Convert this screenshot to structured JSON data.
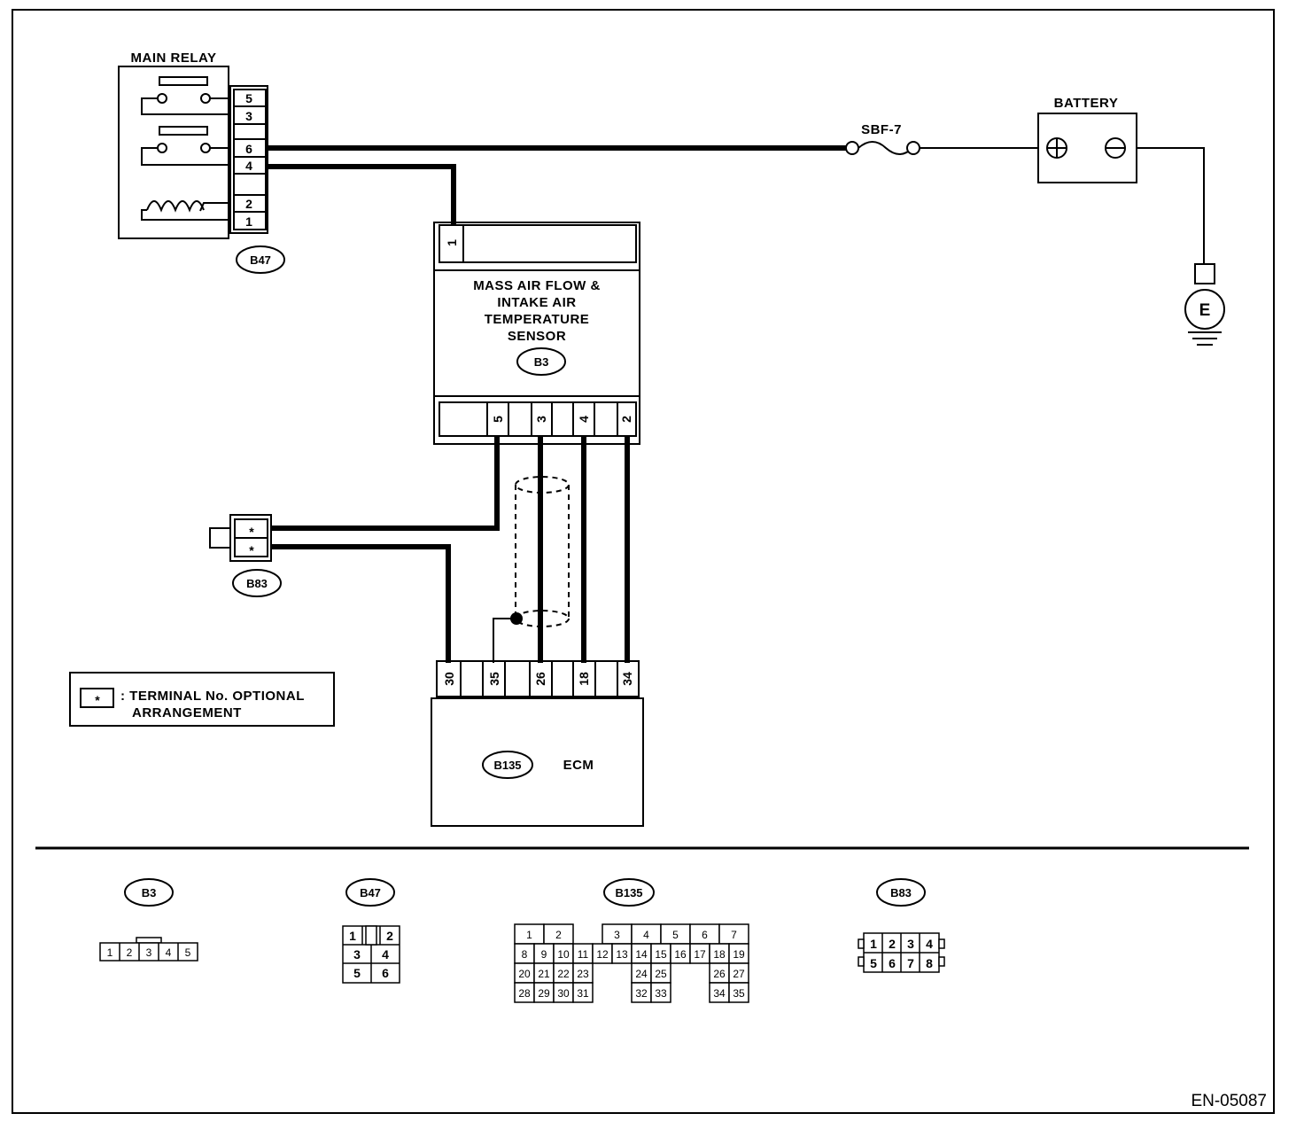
{
  "diagram": {
    "figure_code": "EN-05087",
    "main_relay": {
      "title": "MAIN RELAY",
      "connector": "B47",
      "terminals": [
        "5",
        "3",
        "6",
        "4",
        "2",
        "1"
      ]
    },
    "battery": {
      "title": "BATTERY",
      "positive": "⊕",
      "negative": "⊖"
    },
    "fuse": {
      "label": "SBF-7"
    },
    "ground": {
      "label": "E"
    },
    "maf_sensor": {
      "title_lines": [
        "MASS AIR FLOW &",
        "INTAKE AIR",
        "TEMPERATURE",
        "SENSOR"
      ],
      "connector": "B3",
      "top_terminal": "1",
      "bottom_terminals": [
        "5",
        "3",
        "4",
        "2"
      ]
    },
    "b83": {
      "connector": "B83",
      "terminals": [
        "*",
        "*"
      ]
    },
    "ecm": {
      "title": "ECM",
      "connector": "B135",
      "terminals": [
        "30",
        "35",
        "26",
        "18",
        "34"
      ]
    },
    "legend": {
      "symbol": "*",
      "line1": ": TERMINAL No. OPTIONAL",
      "line2": "ARRANGEMENT"
    },
    "connector_views": {
      "b3": {
        "name": "B3",
        "pins": [
          "1",
          "2",
          "3",
          "4",
          "5"
        ]
      },
      "b47": {
        "name": "B47",
        "rows": [
          [
            "1",
            "2"
          ],
          [
            "3",
            "4"
          ],
          [
            "5",
            "6"
          ]
        ]
      },
      "b135": {
        "name": "B135",
        "row1": [
          "1",
          "2",
          "3",
          "4",
          "5",
          "6",
          "7"
        ],
        "row2": [
          "8",
          "9",
          "10",
          "11",
          "12",
          "13",
          "14",
          "15",
          "16",
          "17",
          "18",
          "19"
        ],
        "row3": [
          "20",
          "21",
          "22",
          "23",
          "24",
          "25",
          "26",
          "27"
        ],
        "row4": [
          "28",
          "29",
          "30",
          "31",
          "32",
          "33",
          "34",
          "35"
        ]
      },
      "b83": {
        "name": "B83",
        "rows": [
          [
            "1",
            "2",
            "3",
            "4"
          ],
          [
            "5",
            "6",
            "7",
            "8"
          ]
        ]
      }
    }
  }
}
